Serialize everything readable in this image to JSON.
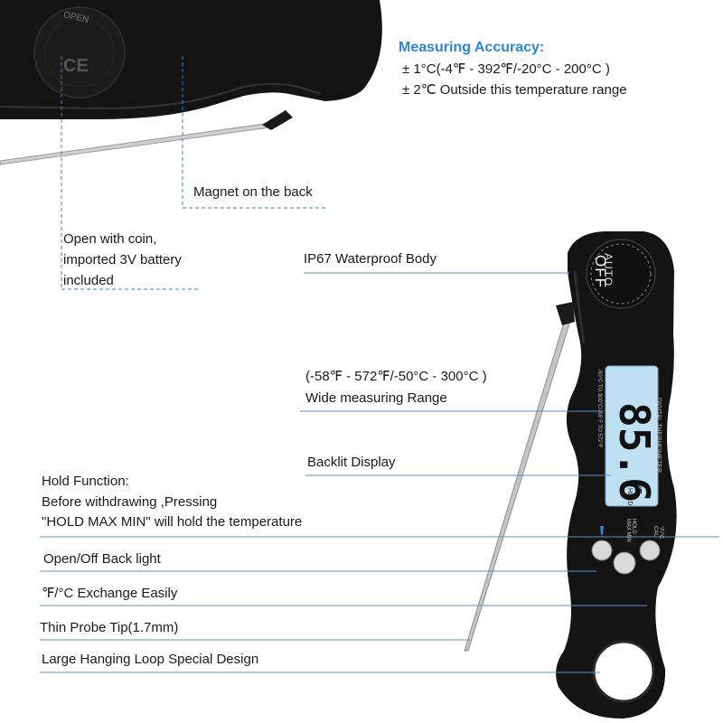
{
  "accuracy": {
    "title": "Measuring Accuracy:",
    "line1": "± 1°C(-4℉ - 392℉/-20°C - 200°C )",
    "line2": "± 2℃ Outside  this temperature range"
  },
  "closed_label": {
    "open_text": "OPEN",
    "ce_mark": "CE"
  },
  "callouts": {
    "magnet": "Magnet on the back",
    "battery_1": "Open with coin,",
    "battery_2": "imported 3V battery",
    "battery_3": "included",
    "waterproof": "IP67 Waterproof Body",
    "range_1": "(-58℉ - 572℉/-50°C - 300°C )",
    "range_2": "Wide measuring Range",
    "backlit": "Backlit Display",
    "hold_1": "Hold Function:",
    "hold_2": "Before withdrawing ,Pressing",
    "hold_3": "\"HOLD MAX MIN\" will hold the temperature",
    "backlight": "Open/Off Back light",
    "exchange": "℉/°C Exchange Easily",
    "probe": "Thin Probe Tip(1.7mm)",
    "loop": "Large Hanging Loop Special Design"
  },
  "device": {
    "auto": "AUTO",
    "off": "OFF",
    "reading": "85.6",
    "unit": "°F",
    "hold_badge": "HOLD",
    "brand_label": "DIGITAL THERMOMETER",
    "range_print": "-50°C TO 300°C/-58°F TO 572°F",
    "btn_label_left": "HOLD MAX MIN",
    "btn_label_right": "°F/°C CAL"
  },
  "colors": {
    "accent": "#2b86d6",
    "leader": "#5b8fc9",
    "body": "#141414",
    "lcd": "#bfe0f2"
  }
}
